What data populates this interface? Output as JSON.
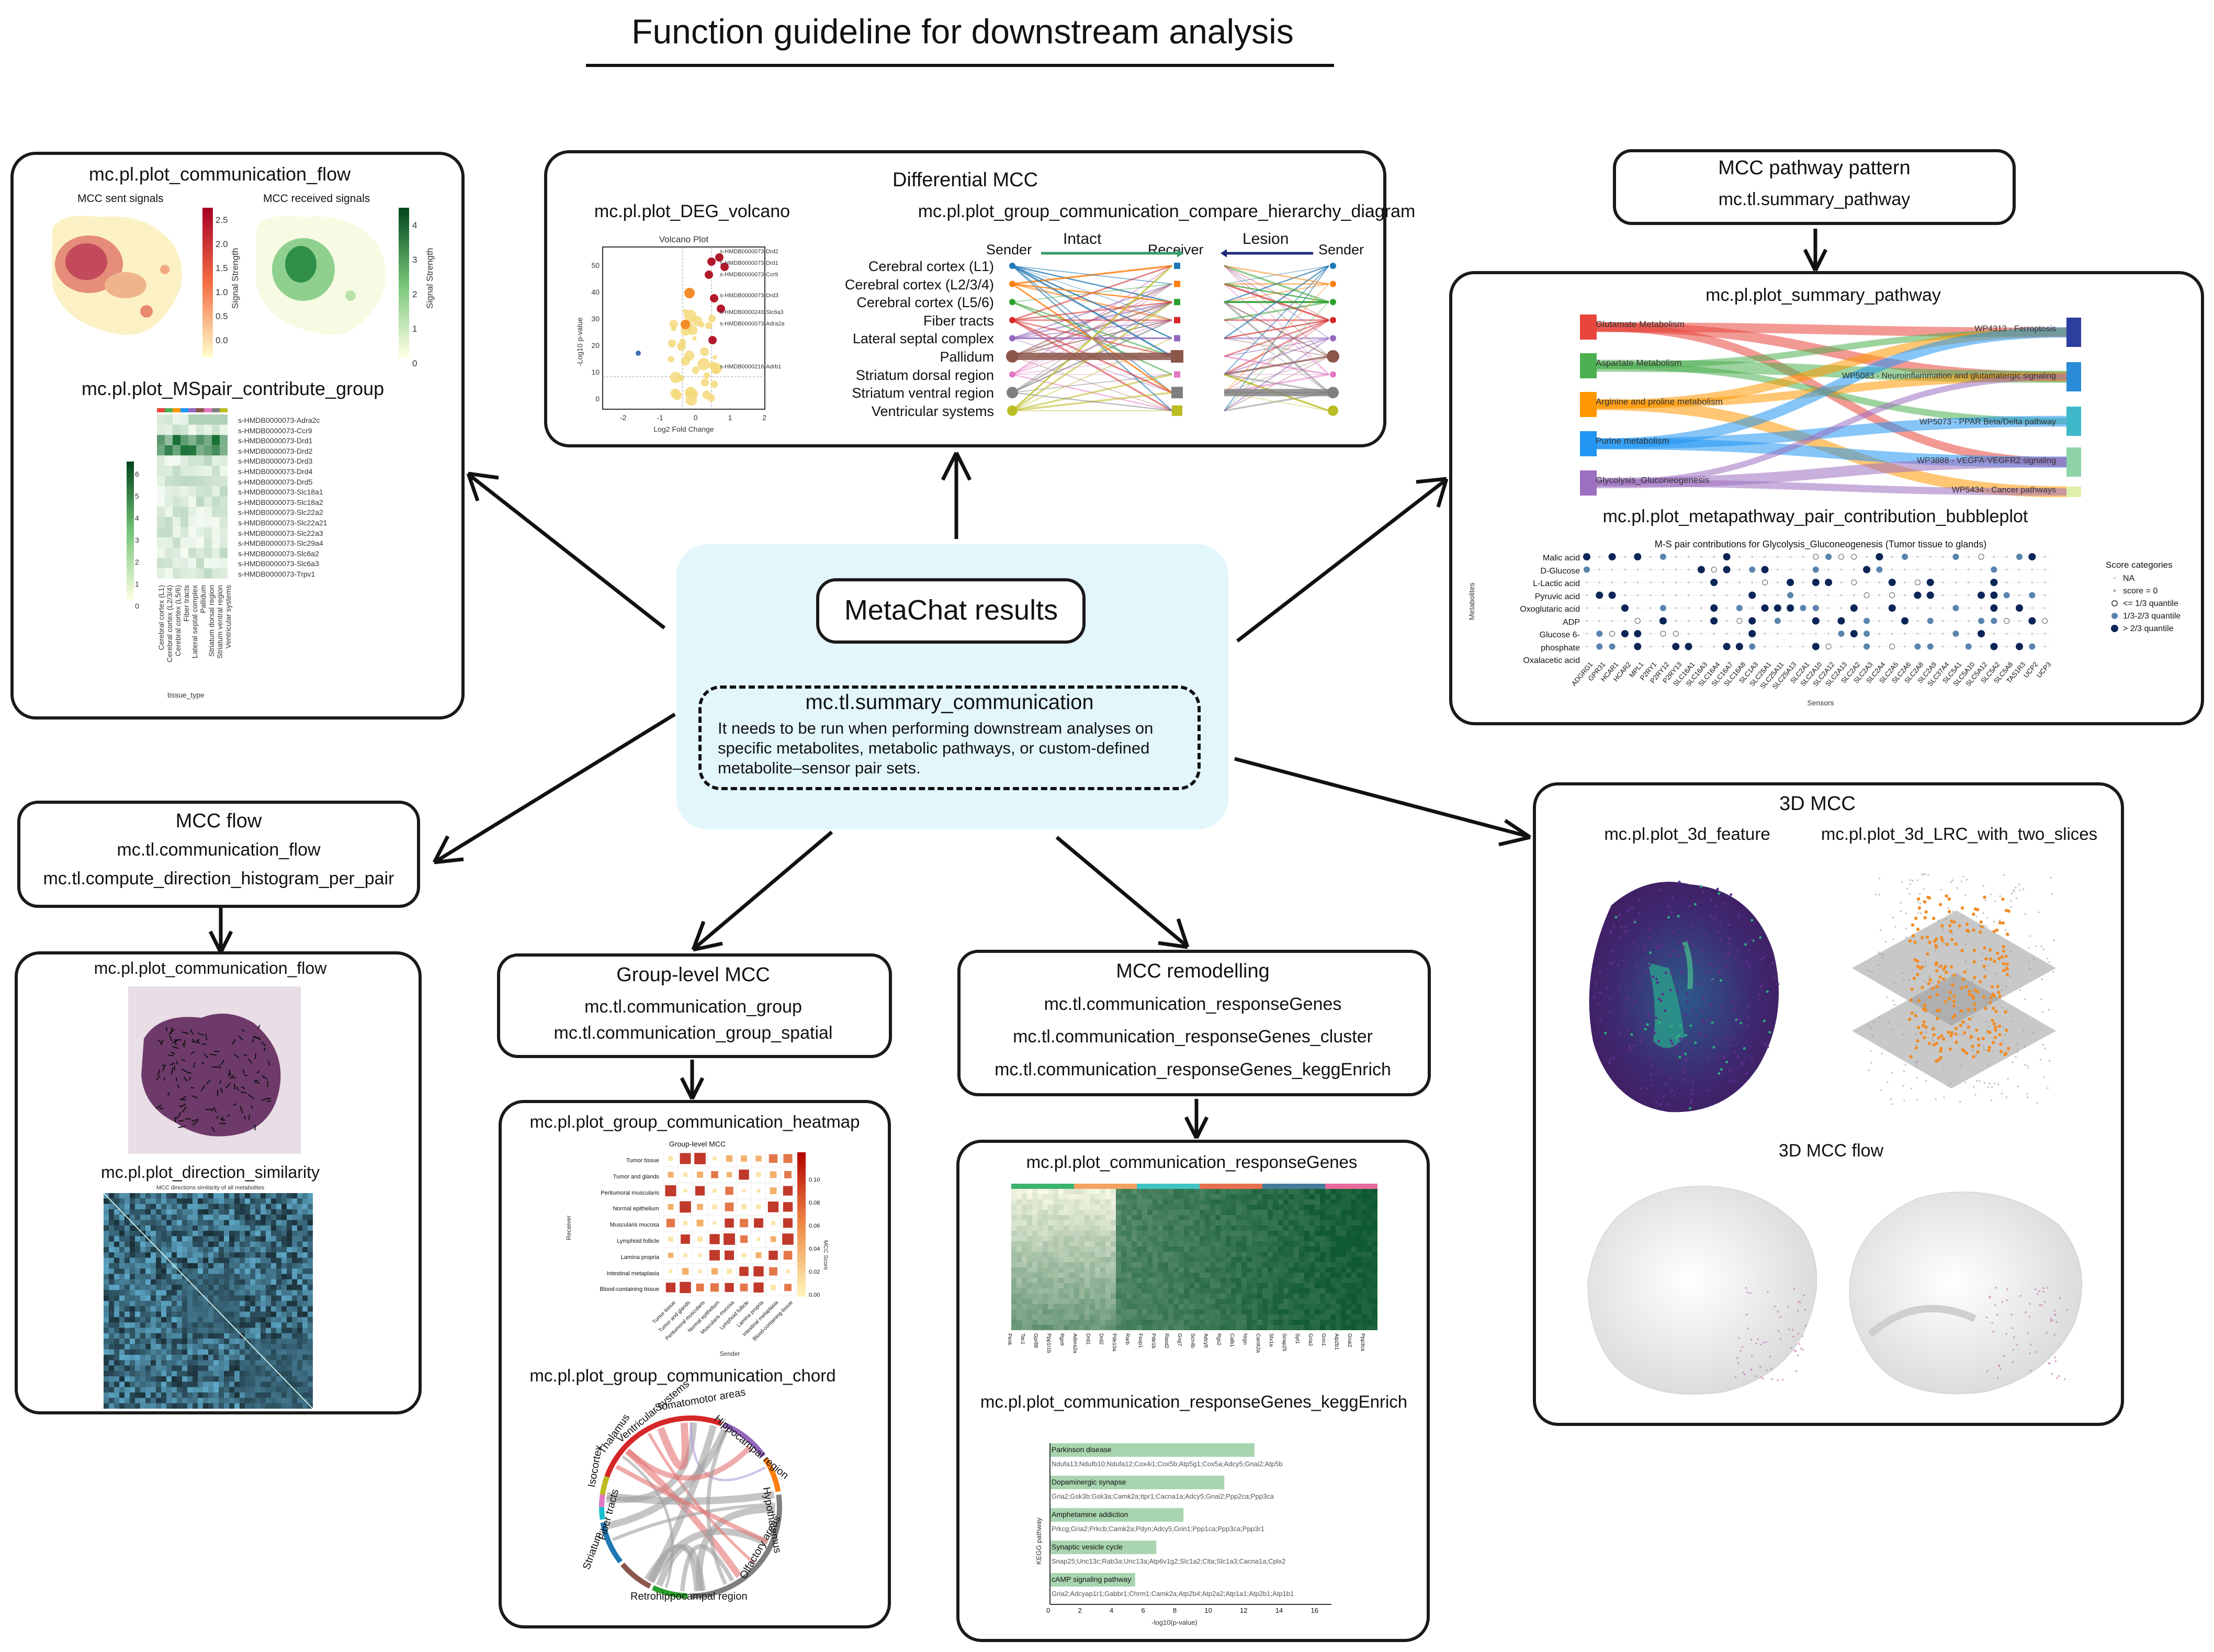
{
  "title": "Function guideline for downstream analysis",
  "center": {
    "results": "MetaChat results",
    "summary_fn": "mc.tl.summary_communication",
    "summary_note": [
      "It needs to be run when performing downstream analyses on",
      "specific metabolites, metabolic pathways, or custom-defined",
      "metabolite–sensor pair sets."
    ]
  },
  "top_left": {
    "fn1": "mc.pl.plot_communication_flow",
    "sent": "MCC sent signals",
    "received": "MCC received signals",
    "cbar_label": "Signal Strength",
    "cbar1_ticks": [
      "2.5",
      "2.0",
      "1.5",
      "1.0",
      "0.5",
      "0.0"
    ],
    "cbar2_ticks": [
      "4",
      "3",
      "2",
      "1",
      "0"
    ],
    "fn2": "mc.pl.plot_MSpair_contribute_group",
    "pairs": [
      "s-HMDB0000073-Adra2c",
      "s-HMDB0000073-Ccr9",
      "s-HMDB0000073-Drd1",
      "s-HMDB0000073-Drd2",
      "s-HMDB0000073-Drd3",
      "s-HMDB0000073-Drd4",
      "s-HMDB0000073-Drd5",
      "s-HMDB0000073-Slc18a1",
      "s-HMDB0000073-Slc18a2",
      "s-HMDB0000073-Slc22a2",
      "s-HMDB0000073-Slc22a21",
      "s-HMDB0000073-Slc22a3",
      "s-HMDB0000073-Slc29a4",
      "s-HMDB0000073-Slc6a2",
      "s-HMDB0000073-Slc6a3",
      "s-HMDB0000073-Trpv1"
    ],
    "cbar3_ticks": [
      "6",
      "5",
      "4",
      "3",
      "2",
      "1",
      "0"
    ],
    "tissues": [
      "Cerebral cortex (L1)",
      "Cerebral cortex (L2/3/4)",
      "Cerebral cortex (L5/6)",
      "Fiber tracts",
      "Lateral septal complex",
      "Pallidum",
      "Striatum dorsal region",
      "Striatum ventral region",
      "Ventricular systems"
    ],
    "xlabel": "tissue_type"
  },
  "top_mid": {
    "title": "Differential MCC",
    "fn_volcano": "mc.pl.plot_DEG_volcano",
    "fn_hier": "mc.pl.plot_group_communication_compare_hierarchy_diagram",
    "volcano_title": "Volcano Plot",
    "volcano_xlabel": "Log2 Fold Change",
    "volcano_ylabel": "-Log10 p-value",
    "volcano_yticks": [
      "50",
      "40",
      "30",
      "20",
      "10",
      "0"
    ],
    "volcano_xticks": [
      "-2",
      "-1",
      "0",
      "1",
      "2"
    ],
    "volcano_labels": [
      "s-HMDB0000073-Drd2",
      "s-HMDB0000073-Drd1",
      "s-HMDB0000073-Ccr9",
      "s-HMDB0000073-Drd3",
      "s-HMDB0000243-Slc6a3",
      "s-HMDB0000073-Adra2a",
      "s-HMDB0000216-Adrb1"
    ],
    "sender": "Sender",
    "receiver": "Receiver",
    "intact": "Intact",
    "lesion": "Lesion",
    "groups": [
      "Cerebral cortex (L1)",
      "Cerebral cortex (L2/3/4)",
      "Cerebral cortex (L5/6)",
      "Fiber tracts",
      "Lateral septal complex",
      "Pallidum",
      "Striatum dorsal region",
      "Striatum ventral region",
      "Ventricular systems"
    ],
    "group_colors": [
      "#1f77b4",
      "#ff7f0e",
      "#2ca02c",
      "#d62728",
      "#9467bd",
      "#8c564b",
      "#e377c2",
      "#7f7f7f",
      "#bcbd22"
    ]
  },
  "top_right": {
    "title": "MCC pathway pattern",
    "fn": "mc.tl.summary_pathway",
    "fn_plot1": "mc.pl.plot_summary_pathway",
    "left_nodes": [
      "Glutamate Metabolism",
      "Aspartate Metabolism",
      "Arginine and proline metabolism",
      "Purine metabolism",
      "Glycolysis_Gluconeogenesis"
    ],
    "left_colors": [
      "#e8453c",
      "#4caf50",
      "#ff9800",
      "#2196f3",
      "#9c6fc0"
    ],
    "right_nodes": [
      "WP4313 - Ferroptosis",
      "WP5083 - Neuroinflammation and glutamatergic signaling",
      "WP5073 - PPAR Beta/Delta pathway",
      "WP3888 - VEGFA-VEGFR2 signaling",
      "WP5434 - Cancer pathways"
    ],
    "right_colors": [
      "#2c3e9e",
      "#2a8bd8",
      "#3fb8c9",
      "#8fd3a8",
      "#dff0a8"
    ],
    "fn_plot2": "mc.pl.plot_metapathway_pair_contribution_bubbleplot",
    "bubble_title": "M-S pair contributions for Glycolysis_Gluconeogenesis (Tumor tissue to glands)",
    "metabolites": [
      "Malic acid",
      "D-Glucose",
      "L-Lactic acid",
      "Pyruvic acid",
      "Oxoglutaric acid",
      "ADP",
      "Glucose 6-phosphate",
      "Oxalacetic acid"
    ],
    "ylabel": "Metabolites",
    "xlabel": "Sensors",
    "sensors": [
      "ADGRG1",
      "GPR31",
      "HCAR1",
      "HCAR2",
      "MPL1",
      "P2RY1",
      "P2RY12",
      "P2RY13",
      "SLC16A1",
      "SLC16A3",
      "SLC16A4",
      "SLC16A7",
      "SLC16A8",
      "SLC1A3",
      "SLC25A1",
      "SLC25A11",
      "SLC25A13",
      "SLC2A1",
      "SLC2A10",
      "SLC2A12",
      "SLC2A13",
      "SLC2A2",
      "SLC2A3",
      "SLC2A4",
      "SLC2A5",
      "SLC2A6",
      "SLC2A8",
      "SLC2A9",
      "SLC37A4",
      "SLC5A1",
      "SLC5A10",
      "SLC5A12",
      "SLC5A2",
      "SLC5A8",
      "TAS1R3",
      "UCP2",
      "UCP3"
    ],
    "legend_title": "Score categories",
    "legend": [
      "NA",
      "score = 0",
      "<= 1/3 quantile",
      "1/3-2/3 quantile",
      "> 2/3 quantile"
    ]
  },
  "mcc_flow": {
    "title": "MCC flow",
    "fn1": "mc.tl.communication_flow",
    "fn2": "mc.tl.compute_direction_histogram_per_pair",
    "plot1": "mc.pl.plot_communication_flow",
    "plot2": "mc.pl.plot_direction_similarity",
    "heat_title": "MCC directions similarity of all metabolites"
  },
  "group_level": {
    "title": "Group-level MCC",
    "fn1": "mc.tl.communication_group",
    "fn2": "mc.tl.communication_group_spatial",
    "plot1": "mc.pl.plot_group_communication_heatmap",
    "heat_title": "Group-level MCC",
    "rows": [
      "Tumor tissue",
      "Tumor and glands",
      "Peritumoral muscularis",
      "Normal epithelium",
      "Muscularis mucosa",
      "Lymphoid follicle",
      "Lamina propria",
      "Intestinal metaplasia",
      "Blood-containing tissue"
    ],
    "ylabel": "Receiver",
    "xlabel": "Sender",
    "cbar_label": "MCC Score",
    "cbar_ticks": [
      "0.10",
      "0.08",
      "0.06",
      "0.04",
      "0.02",
      "0.00"
    ],
    "plot2": "mc.pl.plot_group_communication_chord",
    "chord_labels": [
      "Hippocampal region",
      "Hypothalamus",
      "Olfactory areas",
      "Retrohippocampal region",
      "Striatum",
      "Fiber tracts",
      "Isocortex",
      "Thalamus",
      "Ventricular systems",
      "Somatomotor areas"
    ]
  },
  "remodelling": {
    "title": "MCC remodelling",
    "fn1": "mc.tl.communication_responseGenes",
    "fn2": "mc.tl.communication_responseGenes_cluster",
    "fn3": "mc.tl.communication_responseGenes_keggEnrich",
    "plot1": "mc.pl.plot_communication_responseGenes",
    "genes": [
      "Penk",
      "Tac1",
      "Gpr88",
      "Ppp1r1b",
      "Rgs9",
      "Adora2a",
      "Drd1",
      "Drd2",
      "Pde10a",
      "Rarb",
      "Foxp1",
      "Pde1b",
      "Rasd2",
      "Gng7",
      "Scn4b",
      "Adcy5",
      "Rgs2",
      "Calb1",
      "Nrgn",
      "Camk2a",
      "Stx1a",
      "Snap25",
      "Syt1",
      "Gria2",
      "Grin1",
      "Atp2b1",
      "Gnai2",
      "Ppp3ca"
    ],
    "plot2": "mc.pl.plot_communication_responseGenes_keggEnrich",
    "kegg": [
      {
        "name": "Parkinson disease",
        "genes": "Ndufa13;Ndufb10;Ndufa12;Cox4i1;Cox5b;Atp5g1;Cox5a;Adcy5;Gnai2;Atp5b",
        "value": 13.5
      },
      {
        "name": "Dopaminergic synapse",
        "genes": "Gria2;Gsk3b;Gsk3a;Camk2a;Itpr1;Cacna1a;Adcy5;Gnai2;Ppp2ca;Ppp3ca",
        "value": 11.5
      },
      {
        "name": "Amphetamine addiction",
        "genes": "Prkcg;Gria2;Prkcb;Camk2a;Pdyn;Adcy5;Grin1;Ppp1ca;Ppp3ca;Ppp3r1",
        "value": 8.8
      },
      {
        "name": "Synaptic vesicle cycle",
        "genes": "Snap25;Unc13c;Rab3a;Unc13a;Atp6v1g2;Slc1a2;Clta;Slc1a3;Cacna1a;Cplx2",
        "value": 7.0
      },
      {
        "name": "cAMP signaling pathway",
        "genes": "Gria2;Adcyap1r1;Gabbr1;Chrm1;Camk2a;Atp2b4;Atp2a2;Atp1a1;Atp2b1;Atp1b1",
        "value": 5.6
      }
    ],
    "kegg_ylabel": "KEGG pathway",
    "kegg_xlabel": "-log10(p-value)",
    "kegg_xticks": [
      "0",
      "2",
      "4",
      "6",
      "8",
      "10",
      "12",
      "14",
      "16"
    ]
  },
  "mcc3d": {
    "title": "3D MCC",
    "plot1": "mc.pl.plot_3d_feature",
    "plot2": "mc.pl.plot_3d_LRC_with_two_slices",
    "flow_title": "3D MCC flow"
  },
  "colors": {
    "center_bg": "#e2f6fb",
    "volcano_up": "#b2182b",
    "green_heat": "#1b7a3a",
    "orange": "#f28c28",
    "purple": "#3d1f6b"
  }
}
